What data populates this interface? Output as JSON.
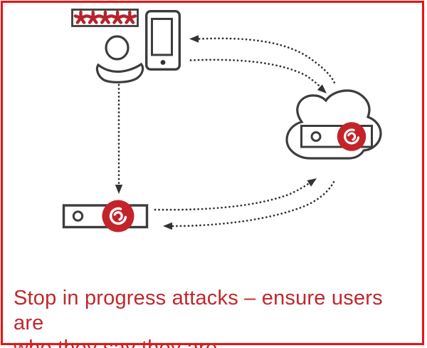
{
  "caption": {
    "line1": "Stop in progress attacks – ensure users are",
    "line2": "who they say they are."
  },
  "password_field": {
    "masked_value": "*****"
  },
  "icons": {
    "password_field": "password-asterisks-icon",
    "user": "person-icon",
    "phone": "smartphone-icon",
    "appliance": "rack-appliance-icon",
    "cloud": "cloud-icon",
    "vendor_badge": "red-swirl-logo-icon",
    "arrows": "dotted-arrow-icon"
  },
  "arrows": [
    {
      "from": "cloud",
      "to": "phone",
      "style": "dotted-curve"
    },
    {
      "from": "phone",
      "to": "cloud",
      "style": "dotted-curve"
    },
    {
      "from": "user",
      "to": "appliance",
      "style": "dotted-straight"
    },
    {
      "from": "appliance",
      "to": "cloud",
      "style": "dotted-curve"
    },
    {
      "from": "cloud",
      "to": "appliance",
      "style": "dotted-curve"
    }
  ],
  "colors": {
    "background": "#ffffff",
    "frame_border": "#ee1111",
    "caption_text": "#c1272c",
    "asterisks": "#b4242a",
    "badge_red": "#c4232a",
    "line_art": "#3d3d3d",
    "dotted_arrows": "#333333"
  }
}
